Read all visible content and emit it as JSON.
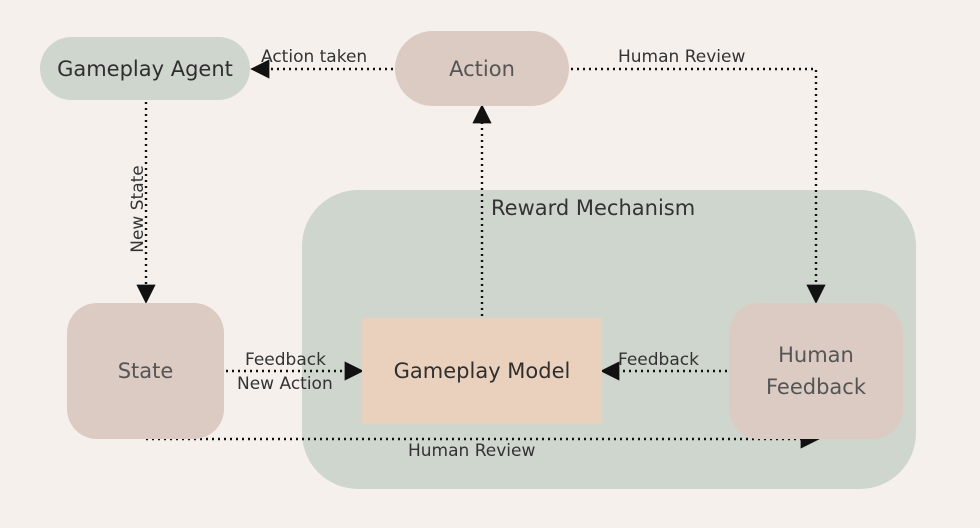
{
  "cluster": {
    "label": "Reward Mechanism"
  },
  "nodes": {
    "gameplay_agent": "Gameplay Agent",
    "action": "Action",
    "state": "State",
    "gameplay_model": "Gameplay Model",
    "human_feedback": "Human\nFeedback"
  },
  "edges": {
    "action_taken": "Action taken",
    "human_review_top": "Human Review",
    "new_state": "New State",
    "feedback_state": "Feedback",
    "new_action": "New Action",
    "feedback_human": "Feedback",
    "human_review_bottom": "Human Review"
  }
}
